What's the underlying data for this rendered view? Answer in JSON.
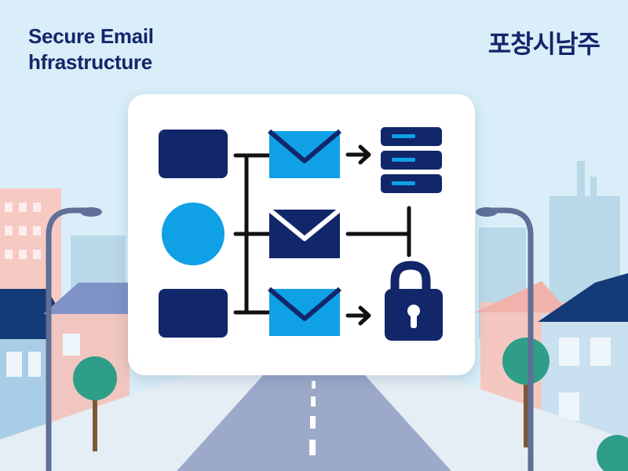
{
  "header": {
    "title_line1": "Secure Email",
    "title_line2": "hfrastructure",
    "city_label": "포창시남주"
  },
  "colors": {
    "navy": "#12266a",
    "blue": "#0fa0e6",
    "sky": "#d9eef8",
    "card": "#ffffff"
  },
  "diagram": {
    "sources": [
      {
        "shape": "square",
        "color": "navy"
      },
      {
        "shape": "circle",
        "color": "blue"
      },
      {
        "shape": "square",
        "color": "navy"
      }
    ],
    "messages": [
      "blue-envelope-icon",
      "navy-envelope-icon",
      "blue-envelope-icon"
    ],
    "destinations": [
      "server-stack-icon",
      "blocked-line",
      "padlock-icon"
    ]
  }
}
